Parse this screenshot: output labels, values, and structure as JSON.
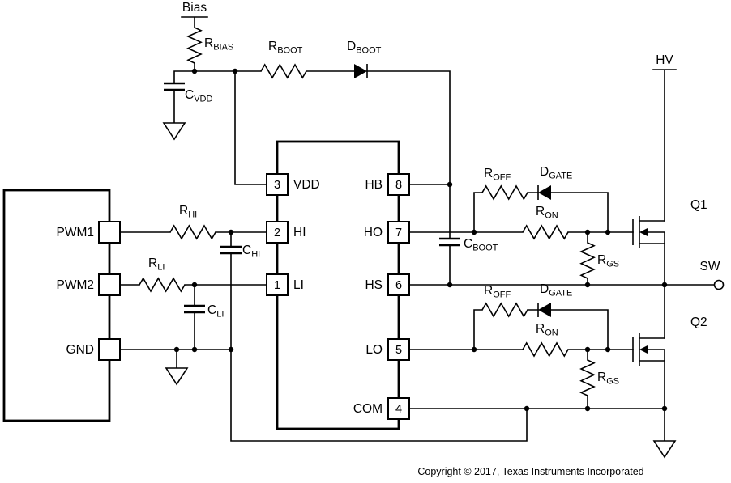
{
  "terminals": {
    "bias": "Bias",
    "hv": "HV",
    "sw": "SW"
  },
  "components": {
    "r_bias": {
      "base": "R",
      "sub": "BIAS"
    },
    "r_boot": {
      "base": "R",
      "sub": "BOOT"
    },
    "d_boot": {
      "base": "D",
      "sub": "BOOT"
    },
    "c_vdd": {
      "base": "C",
      "sub": "VDD"
    },
    "r_hi": {
      "base": "R",
      "sub": "HI"
    },
    "c_hi": {
      "base": "C",
      "sub": "HI"
    },
    "r_li": {
      "base": "R",
      "sub": "LI"
    },
    "c_li": {
      "base": "C",
      "sub": "LI"
    },
    "c_boot": {
      "base": "C",
      "sub": "BOOT"
    },
    "r_off": {
      "base": "R",
      "sub": "OFF"
    },
    "d_gate": {
      "base": "D",
      "sub": "GATE"
    },
    "r_on": {
      "base": "R",
      "sub": "ON"
    },
    "r_gs": {
      "base": "R",
      "sub": "GS"
    },
    "q1": "Q1",
    "q2": "Q2"
  },
  "controller": {
    "pin_labels": [
      "PWM1",
      "PWM2",
      "GND"
    ]
  },
  "driver_ic": {
    "left_pins": [
      {
        "number": "3",
        "name": "VDD"
      },
      {
        "number": "2",
        "name": "HI"
      },
      {
        "number": "1",
        "name": "LI"
      }
    ],
    "right_pins": [
      {
        "number": "8",
        "name": "HB"
      },
      {
        "number": "7",
        "name": "HO"
      },
      {
        "number": "6",
        "name": "HS"
      },
      {
        "number": "5",
        "name": "LO"
      },
      {
        "number": "4",
        "name": "COM"
      }
    ]
  },
  "footer": {
    "copyright": "Copyright © 2017, Texas Instruments Incorporated"
  }
}
